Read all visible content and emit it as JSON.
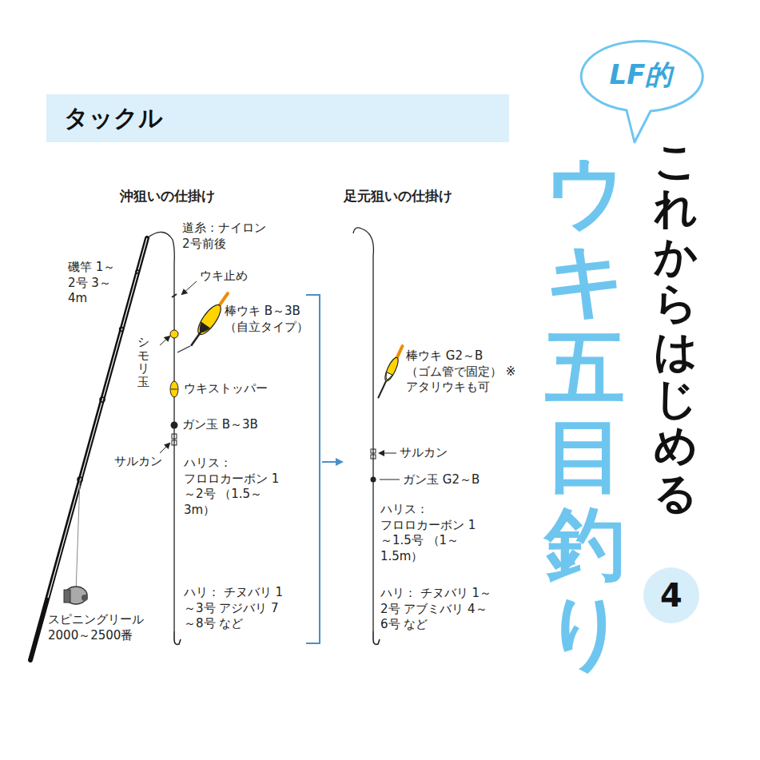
{
  "diagram": {
    "title": "これからはじめる",
    "nodes": [
      {
        "text": [
          "タックル"
        ]
      },
      {
        "text": [
          "LF的"
        ]
      },
      {
        "text": [
          "4"
        ]
      }
    ],
    "labels": [
      "ウキ五目釣り",
      "沖狙いの仕掛け",
      "足元狙いの仕掛け",
      "道糸：ナイロン 2号前後",
      "磯竿 1～2号 3～4m",
      "ウキ止め",
      "棒ウキ B～3B （自立タイプ）",
      "シモリ玉",
      "ウキストッパー",
      "ガン玉 B～3B",
      "サルカン",
      "ハリス： フロロカーボン 1～2号 （1.5～3m）",
      "ハリ： チヌバリ 1～3号 アジバリ 7～8号 など",
      "スピニングリール 2000～2500番",
      "棒ウキ G2～B （ゴム管で固定） ※アタリウキも可",
      "サルカン",
      "ガン玉 G2～B",
      "ハリス： フロロカーボン 1～1.5号 （1～1.5m）",
      "ハリ： チヌバリ 1～2号 アブミバリ 4～6号 など"
    ]
  }
}
